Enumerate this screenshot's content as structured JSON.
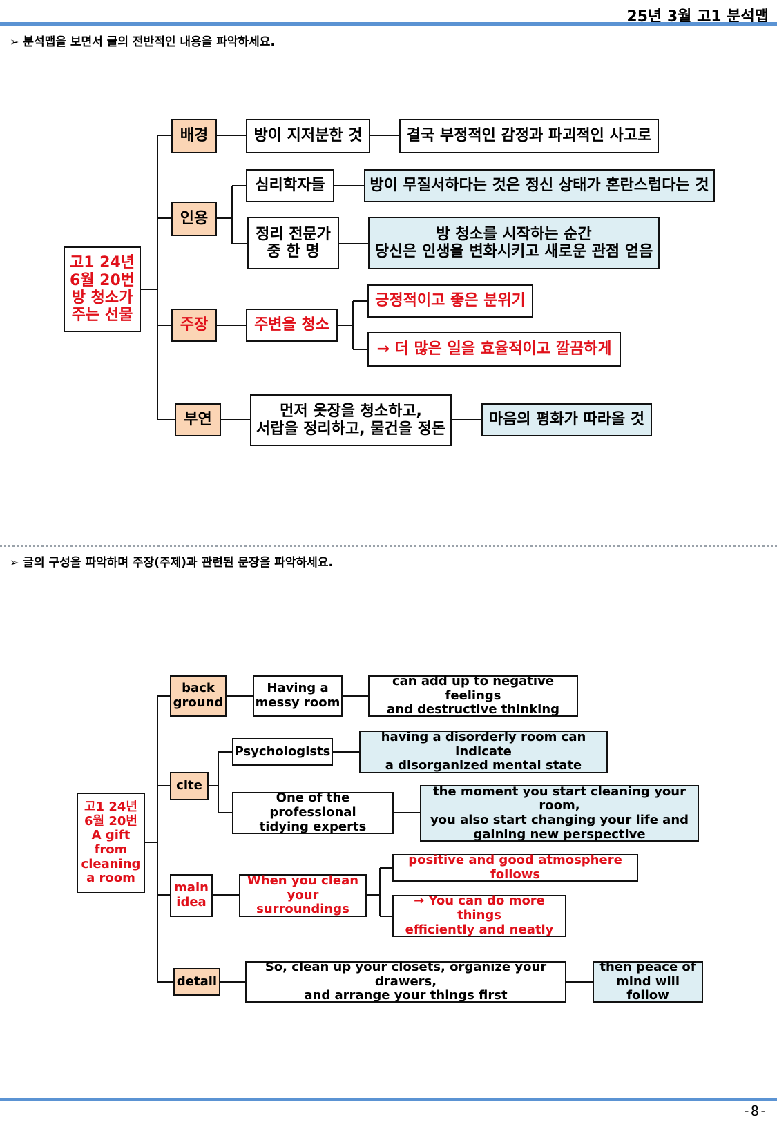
{
  "header": {
    "title": "25년 3월 고1 분석맵",
    "page_number": "-8-"
  },
  "section1": {
    "instruction": "분석맵을 보면서 글의 전반적인 내용을 파악하세요.",
    "root": "고1 24년\n6월 20번\n방 청소가\n주는 선물",
    "background": {
      "label": "배경",
      "text": "방이 지저분한 것",
      "result": "결국 부정적인 감정과 파괴적인 사고로"
    },
    "cite": {
      "label": "인용",
      "source1": "심리학자들",
      "quote1": "방이 무질서하다는 것은 정신 상태가 혼란스럽다는 것",
      "source2": "정리 전문가\n중 한 명",
      "quote2": "방 청소를 시작하는 순간\n당신은 인생을 변화시키고 새로운 관점 얻음"
    },
    "main": {
      "label": "주장",
      "text": "주변을 청소",
      "result1": "긍정적이고 좋은 분위기",
      "result2": "→ 더 많은 일을 효율적이고 깔끔하게"
    },
    "detail": {
      "label": "부연",
      "text": "먼저 옷장을 청소하고,\n서랍을 정리하고, 물건을 정돈",
      "result": "마음의 평화가 따라올 것"
    }
  },
  "section2": {
    "instruction": "글의 구성을 파악하며 주장(주제)과 관련된 문장을 파악하세요.",
    "root": "고1 24년\n6월 20번\nA gift\nfrom\ncleaning\na room",
    "background": {
      "label": "back\nground",
      "text": "Having a\nmessy room",
      "result": "can add up to negative feelings\nand destructive thinking"
    },
    "cite": {
      "label": "cite",
      "source1": "Psychologists",
      "quote1": "having a disorderly room can indicate\na disorganized mental state",
      "source2": "One of the professional\ntidying experts",
      "quote2": "the moment you start cleaning your room,\nyou also start changing your life and\ngaining new perspective"
    },
    "main": {
      "label": "main\nidea",
      "text": "When you clean\nyour surroundings",
      "result1": "positive and good atmosphere follows",
      "result2": "→ You can do more things\nefficiently and neatly"
    },
    "detail": {
      "label": "detail",
      "text": "So, clean up your closets, organize your drawers,\nand arrange your things first",
      "result": "then peace of\nmind will follow"
    }
  }
}
